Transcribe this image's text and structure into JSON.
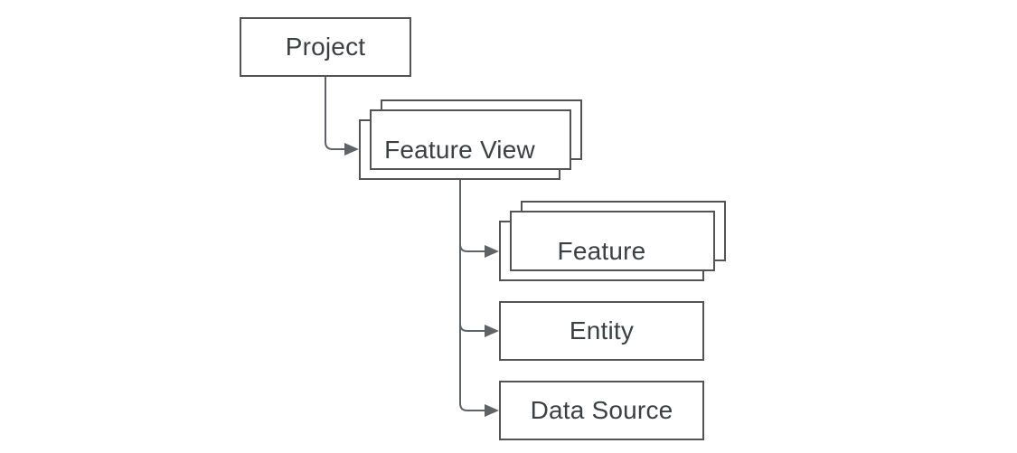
{
  "diagram": {
    "title": "feature-store-hierarchy",
    "nodes": {
      "project": {
        "label": "Project",
        "stacked": false
      },
      "feature_view": {
        "label": "Feature View",
        "stacked": true
      },
      "feature": {
        "label": "Feature",
        "stacked": true
      },
      "entity": {
        "label": "Entity",
        "stacked": false
      },
      "data_source": {
        "label": "Data Source",
        "stacked": false
      }
    },
    "edges": [
      {
        "from": "project",
        "to": "feature_view"
      },
      {
        "from": "feature_view",
        "to": "feature"
      },
      {
        "from": "feature_view",
        "to": "entity"
      },
      {
        "from": "feature_view",
        "to": "data_source"
      }
    ],
    "colors": {
      "box_border": "#545454",
      "connector": "#5f6368",
      "text": "#3c4043",
      "background": "#ffffff"
    }
  }
}
